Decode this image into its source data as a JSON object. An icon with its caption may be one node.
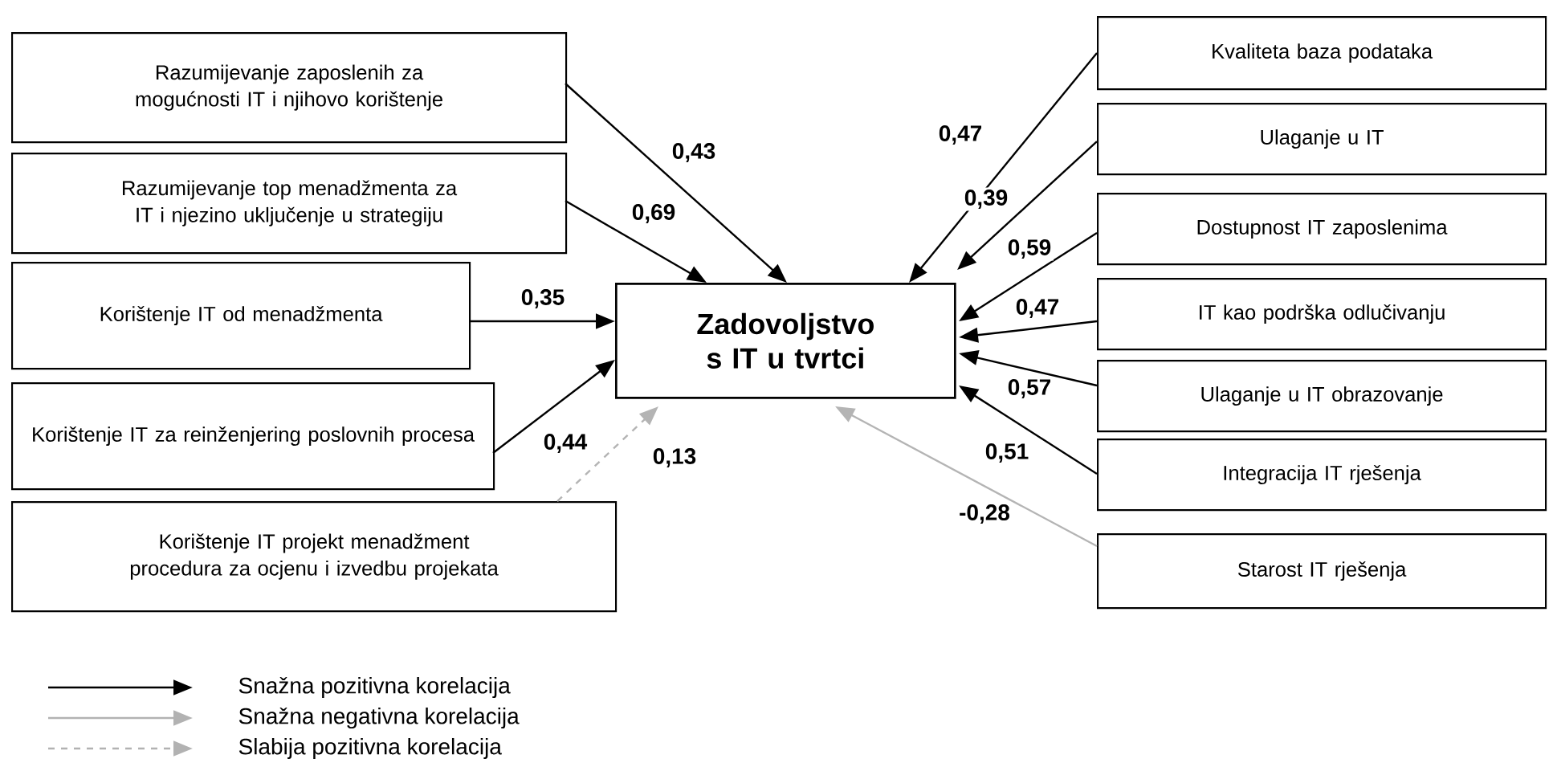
{
  "diagram": {
    "nodes": [
      {
        "text": [
          "Razumijevanje zaposlenih za mogućnosti IT i njihovo korištenje"
        ]
      },
      {
        "text": [
          "Razumijevanje top menadžmenta za IT i njezino uključenje u strategiju"
        ]
      },
      {
        "text": [
          "Korištenje IT od menadžmenta"
        ]
      },
      {
        "text": [
          "Korištenje IT za reinženjering poslovnih procesa"
        ]
      },
      {
        "text": [
          "Korištenje IT projekt menadžment procedura za ocjenu i izvedbu projekata"
        ]
      },
      {
        "text": [
          "Zadovoljstvo s IT u tvrtci"
        ]
      },
      {
        "text": [
          "Kvaliteta baza podataka"
        ]
      },
      {
        "text": [
          "Ulaganje u IT"
        ]
      },
      {
        "text": [
          "Dostupnost IT zaposlenima"
        ]
      },
      {
        "text": [
          "IT kao podrška odlučivanju"
        ]
      },
      {
        "text": [
          "Ulaganje u IT obrazovanje"
        ]
      },
      {
        "text": [
          "Integracija IT rješenja"
        ]
      },
      {
        "text": [
          "Starost IT rješenja"
        ]
      }
    ],
    "edges": [
      {
        "from": 0,
        "to": 5,
        "arrow": "to",
        "label": "0,43"
      },
      {
        "from": 1,
        "to": 5,
        "arrow": "to",
        "label": "0,69"
      },
      {
        "from": 2,
        "to": 5,
        "arrow": "to",
        "label": "0,35"
      },
      {
        "from": 3,
        "to": 5,
        "arrow": "to",
        "label": "0,44"
      },
      {
        "from": 4,
        "to": 5,
        "arrow": "to",
        "label": "0,13",
        "style": "dashed",
        "color": "#b4b4b4"
      },
      {
        "from": 6,
        "to": 5,
        "arrow": "to",
        "label": "0,47"
      },
      {
        "from": 7,
        "to": 5,
        "arrow": "to",
        "label": "0,39"
      },
      {
        "from": 8,
        "to": 5,
        "arrow": "to",
        "label": "0,59"
      },
      {
        "from": 9,
        "to": 5,
        "arrow": "to",
        "label": "0,47"
      },
      {
        "from": 10,
        "to": 5,
        "arrow": "to",
        "label": "0,57"
      },
      {
        "from": 11,
        "to": 5,
        "arrow": "to",
        "label": "0,51"
      },
      {
        "from": 12,
        "to": 5,
        "arrow": "to",
        "label": "-0,28",
        "color": "#b4b4b4"
      }
    ],
    "legend": [
      {
        "text": "Snažna pozitivna korelacija"
      },
      {
        "text": "Snažna negativna korelacija"
      },
      {
        "text": "Slabija pozitivna korelacija"
      }
    ]
  }
}
